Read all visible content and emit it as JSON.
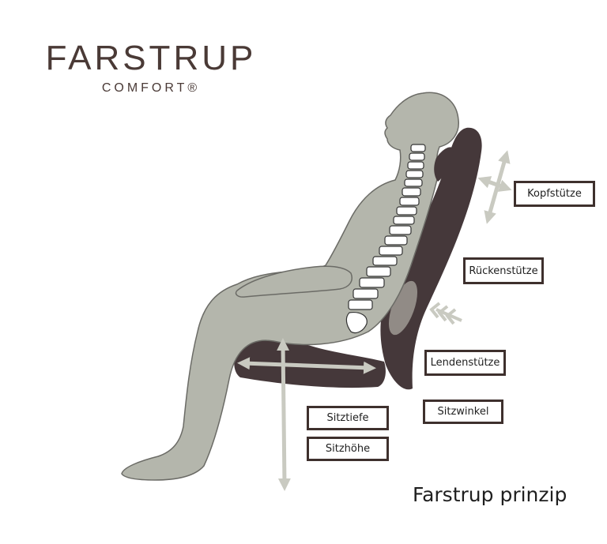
{
  "brand": {
    "name": "FARSTRUP",
    "subtitle": "COMFORT®"
  },
  "labels": {
    "headrest": "Kopfstütze",
    "back_support": "Rückenstütze",
    "lumbar_support": "Lendenstütze",
    "seat_angle": "Sitzwinkel",
    "seat_depth": "Sitztiefe",
    "seat_height": "Sitzhöhe"
  },
  "footer": {
    "title": "Farstrup prinzip"
  },
  "colors": {
    "body": "#b4b6ac",
    "body_outline": "#6b6b66",
    "chair": "#45383a",
    "arrow": "#c9cac1",
    "label_border": "#3e302d",
    "brand": "#4a3a36"
  }
}
